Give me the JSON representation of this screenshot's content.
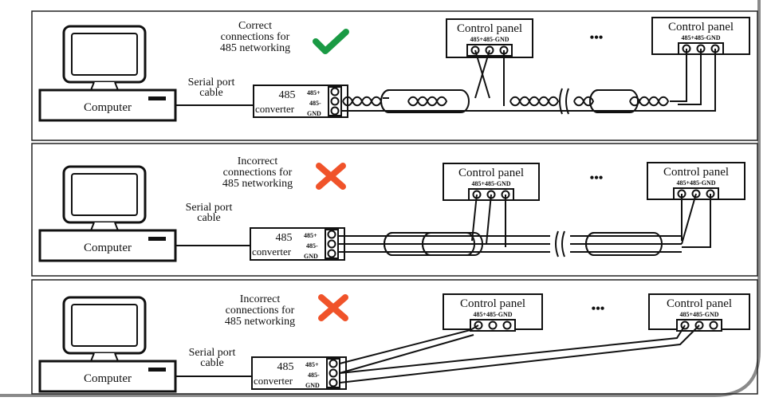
{
  "colors": {
    "line": "#111111",
    "check": "#1a9a44",
    "cross": "#f0532a",
    "frame": "#8a8a8a",
    "panel_bg": "#ffffff"
  },
  "panels": [
    {
      "status_lines": [
        "Correct",
        "connections for",
        "485 networking"
      ],
      "status_icon": "check-icon",
      "computer_label": "Computer",
      "cable_lines": [
        "Serial port",
        "cable"
      ],
      "converter_lines": [
        "485",
        "converter"
      ],
      "pin_labels": [
        "485+",
        "485-",
        "GND"
      ],
      "control_panel_title": "Control panel",
      "control_panel_pins": "485+485-GND",
      "ellipsis": "•••"
    },
    {
      "status_lines": [
        "Incorrect",
        "connections for",
        "485 networking"
      ],
      "status_icon": "cross-icon",
      "computer_label": "Computer",
      "cable_lines": [
        "Serial port",
        "cable"
      ],
      "converter_lines": [
        "485",
        "converter"
      ],
      "pin_labels": [
        "485+",
        "485-",
        "GND"
      ],
      "control_panel_title": "Control panel",
      "control_panel_pins": "485+485-GND",
      "ellipsis": "•••"
    },
    {
      "status_lines": [
        "Incorrect",
        "connections for",
        "485 networking"
      ],
      "status_icon": "cross-icon",
      "computer_label": "Computer",
      "cable_lines": [
        "Serial port",
        "cable"
      ],
      "converter_lines": [
        "485",
        "converter"
      ],
      "pin_labels": [
        "485+",
        "485-",
        "GND"
      ],
      "control_panel_title": "Control panel",
      "control_panel_pins": "485+485-GND",
      "ellipsis": "•••"
    }
  ]
}
